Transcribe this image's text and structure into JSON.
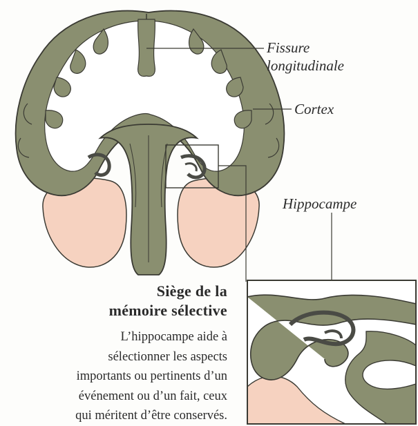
{
  "labels": {
    "fissure_line1": "Fissure",
    "fissure_line2": "longitudinale",
    "cortex": "Cortex",
    "hippocampe": "Hippocampe"
  },
  "caption": {
    "title_line1": "Siège de la",
    "title_line2": "mémoire sélective",
    "body_lines": [
      "L’hippocampe aide à",
      "sélectionner les aspects",
      "importants ou pertinents d’un",
      "événement ou d’un fait, ceux",
      "qui méritent d’être conservés."
    ]
  },
  "colors": {
    "gray_matter": "#8a8f70",
    "white_matter": "#ffffff",
    "outline": "#3a3a33",
    "cerebellum": "#f6d2c0",
    "ventricle": "#4a4b45",
    "background": "#fdfdfb"
  }
}
